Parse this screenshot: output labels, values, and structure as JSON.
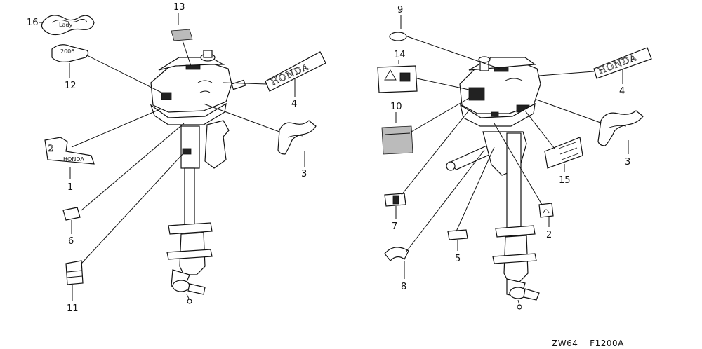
{
  "callouts": [
    "16",
    "13",
    "12",
    "1",
    "6",
    "11",
    "4",
    "3",
    "9",
    "14",
    "10",
    "7",
    "8",
    "5",
    "2",
    "15"
  ],
  "labels": {
    "honda_word": "HONDA",
    "honda_small": "HONDA",
    "two": "2"
  },
  "diagram_code": "ZW64－ F1200A"
}
